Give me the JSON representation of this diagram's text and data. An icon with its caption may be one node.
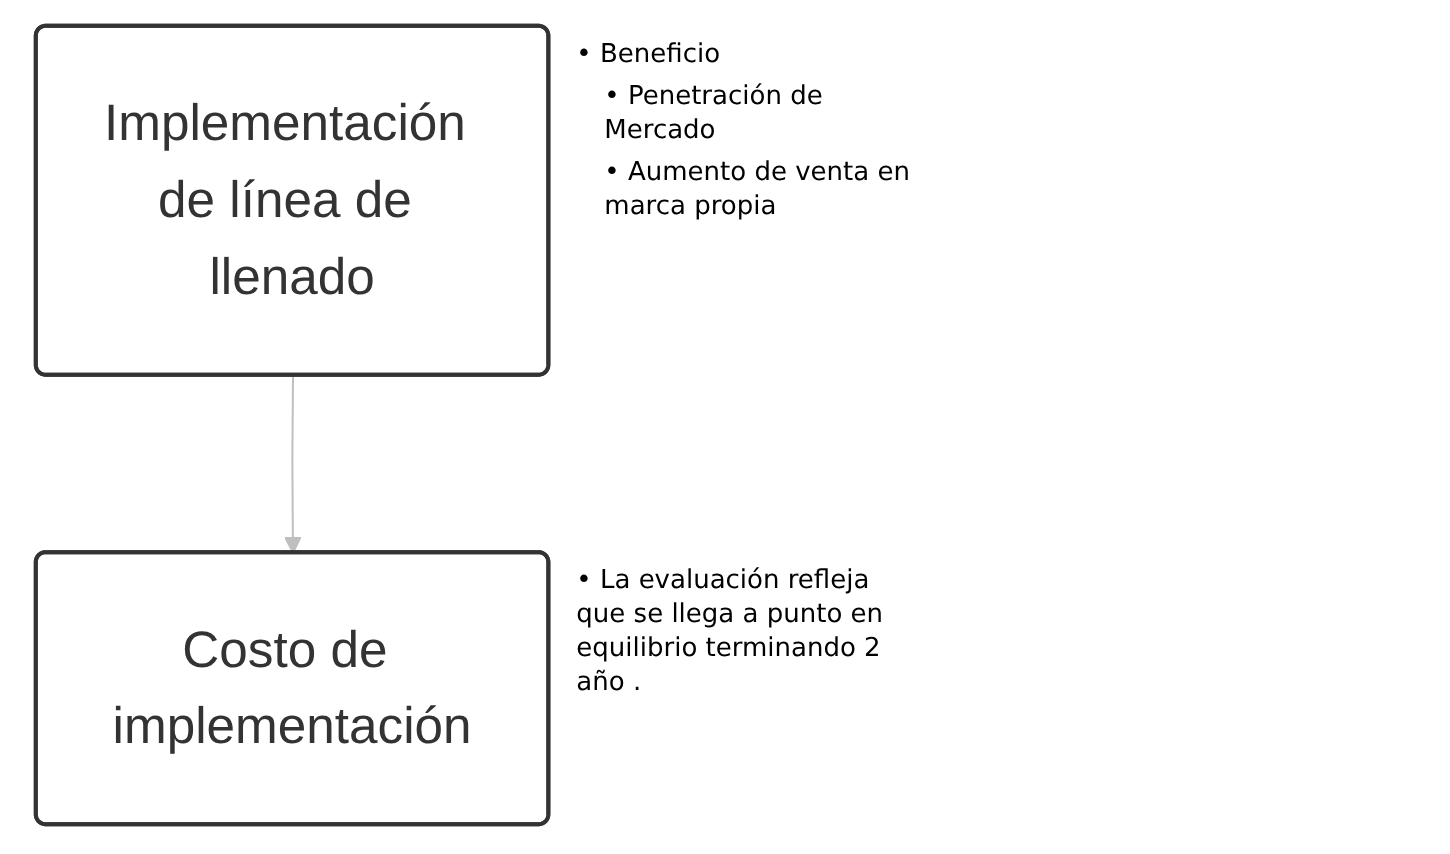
{
  "diagram": {
    "nodes": [
      {
        "text": [
          "Implementación de línea de llenado"
        ],
        "beside": [
          "• Beneficio",
          "• Penetración de Mercado",
          "• Aumento de venta en marca propia"
        ]
      },
      {
        "text": [
          "Costo de implementación"
        ],
        "beside": [
          "• La evaluación refleja que se llega a punto en equilibrio terminando 2 año ."
        ]
      }
    ],
    "edges": [
      {
        "from": 0,
        "to": 1,
        "arrow": "to",
        "color": "#bfbfbf"
      }
    ]
  }
}
